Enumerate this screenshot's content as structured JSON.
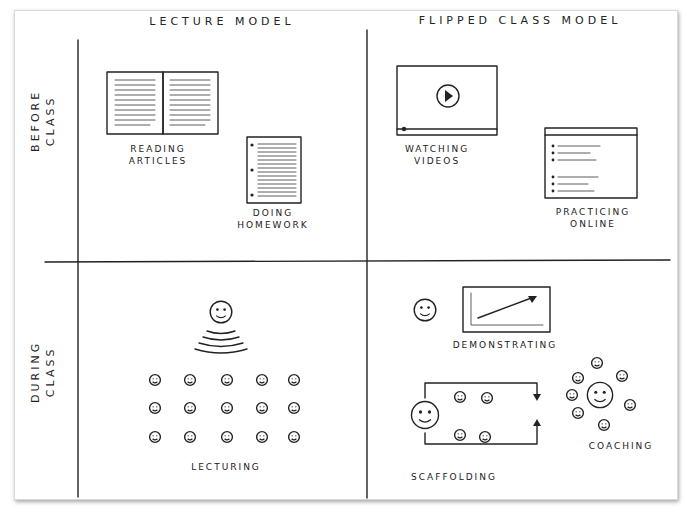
{
  "diagram": {
    "labels": [
      "LECTURE MODEL",
      "FLIPPED CLASS MODEL",
      "BEFORE CLASS",
      "DURING CLASS",
      "READING ARTICLES",
      "DOING HOMEWORK",
      "WATCHING VIDEOS",
      "PRACTICING ONLINE",
      "LECTURING",
      "DEMONSTRATING",
      "SCAFFOLDING",
      "COACHING"
    ]
  }
}
